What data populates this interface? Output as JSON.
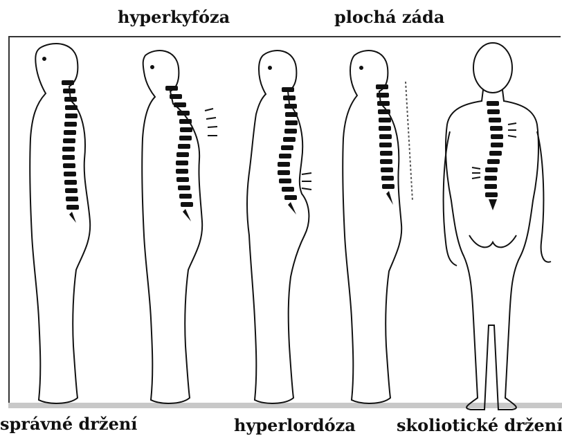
{
  "labels": {
    "top_left": "hyperkyfóza",
    "top_right": "plochá záda",
    "bottom_left": "správné držení",
    "bottom_center": "hyperlordóza",
    "bottom_right": "skoliotické držení"
  }
}
